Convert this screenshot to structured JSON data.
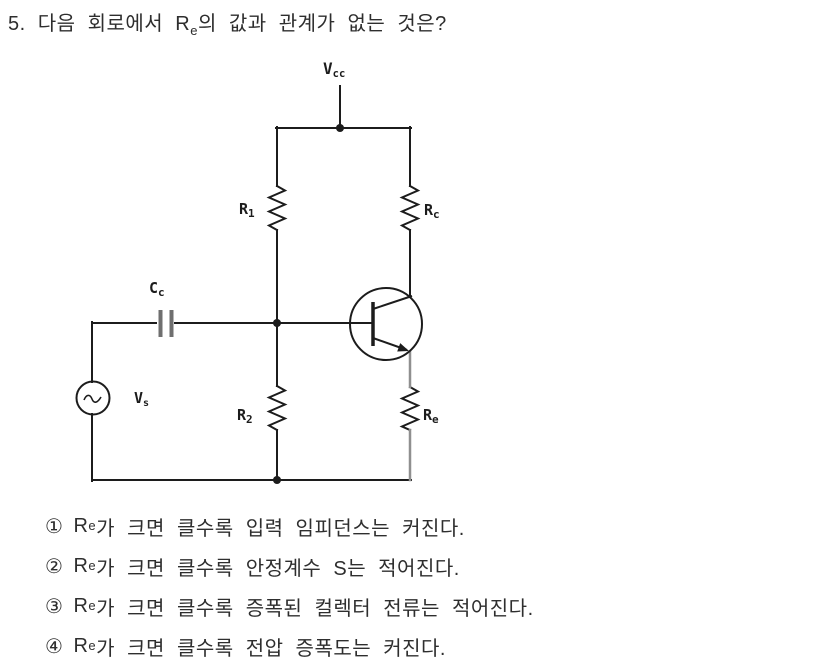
{
  "title": {
    "pre": "5. 다음 회로에서 R",
    "sub": "e",
    "post": "의 값과 관계가 없는 것은?"
  },
  "circuit": {
    "labels": {
      "vcc": {
        "main": "V",
        "sub": "cc"
      },
      "r1": {
        "main": "R",
        "sub": "1"
      },
      "rc": {
        "main": "R",
        "sub": "c"
      },
      "cc": {
        "main": "C",
        "sub": "c"
      },
      "vs": {
        "main": "V",
        "sub": "s"
      },
      "r2": {
        "main": "R",
        "sub": "2"
      },
      "re": {
        "main": "R",
        "sub": "e"
      }
    },
    "components": [
      "voltage-supply Vcc",
      "bias resistor R1",
      "collector resistor Rc",
      "coupling capacitor Cc",
      "ac source Vs",
      "bias resistor R2",
      "emitter resistor Re",
      "npn transistor"
    ]
  },
  "colors": {
    "wire": "#1c1c1c",
    "gray_wire": "#8f8f8f",
    "plate": "#6f6f6f",
    "text": "#1c1c1c"
  },
  "options": [
    {
      "num": "①",
      "pre": "R",
      "sub": "e",
      "rest": "가 크면 클수록 입력 임피던스는 커진다."
    },
    {
      "num": "②",
      "pre": "R",
      "sub": "e",
      "rest": "가 크면 클수록 안정계수 S는 적어진다."
    },
    {
      "num": "③",
      "pre": "R",
      "sub": "e",
      "rest": "가 크면 클수록 증폭된 컬렉터 전류는 적어진다."
    },
    {
      "num": "④",
      "pre": "R",
      "sub": "e",
      "rest": "가 크면 클수록 전압 증폭도는 커진다."
    }
  ]
}
